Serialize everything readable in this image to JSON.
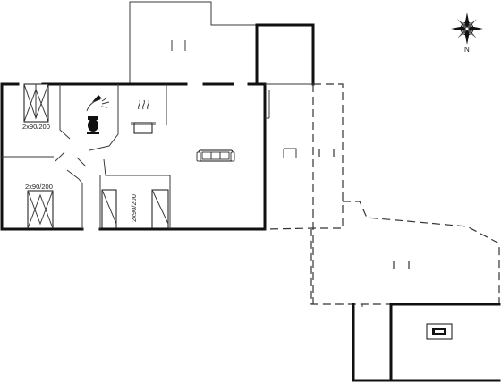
{
  "compass": {
    "north_label": "N",
    "icon": "compass-rose-icon"
  },
  "beds": [
    {
      "label": "2x90/200"
    },
    {
      "label": "2x90/200"
    },
    {
      "label": "2x90/200"
    }
  ],
  "icons": {
    "shower": "shower-icon",
    "toilet": "toilet-icon",
    "cooking_pot": "cooking-pot-icon",
    "sofa": "sofa-icon",
    "car": "car-icon"
  }
}
